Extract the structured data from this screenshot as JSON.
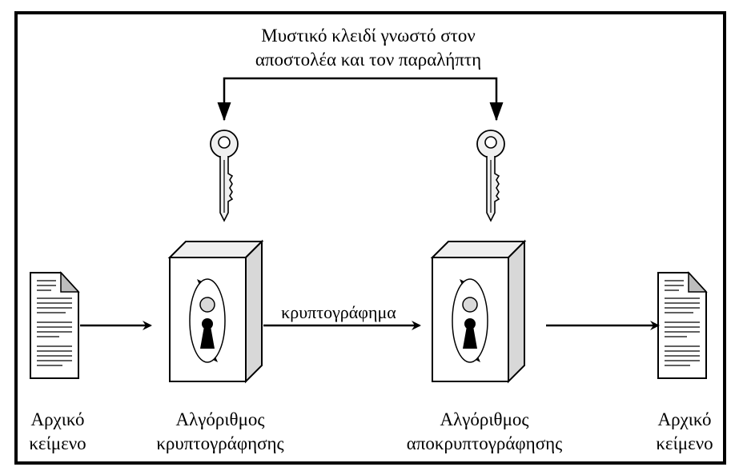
{
  "shared_key_label": {
    "line1": "Μυστικό κλειδί γνωστό στον",
    "line2": "αποστολέα και τον παραλήπτη"
  },
  "ciphertext_label": "κρυπτογράφημα",
  "plaintext_in": {
    "line1": "Αρχικό",
    "line2": "κείμενο"
  },
  "encryption": {
    "line1": "Αλγόριθμος",
    "line2": "κρυπτογράφησης"
  },
  "decryption": {
    "line1": "Αλγόριθμος",
    "line2": "αποκρυπτογράφησης"
  },
  "plaintext_out": {
    "line1": "Αρχικό",
    "line2": "κείμενο"
  }
}
